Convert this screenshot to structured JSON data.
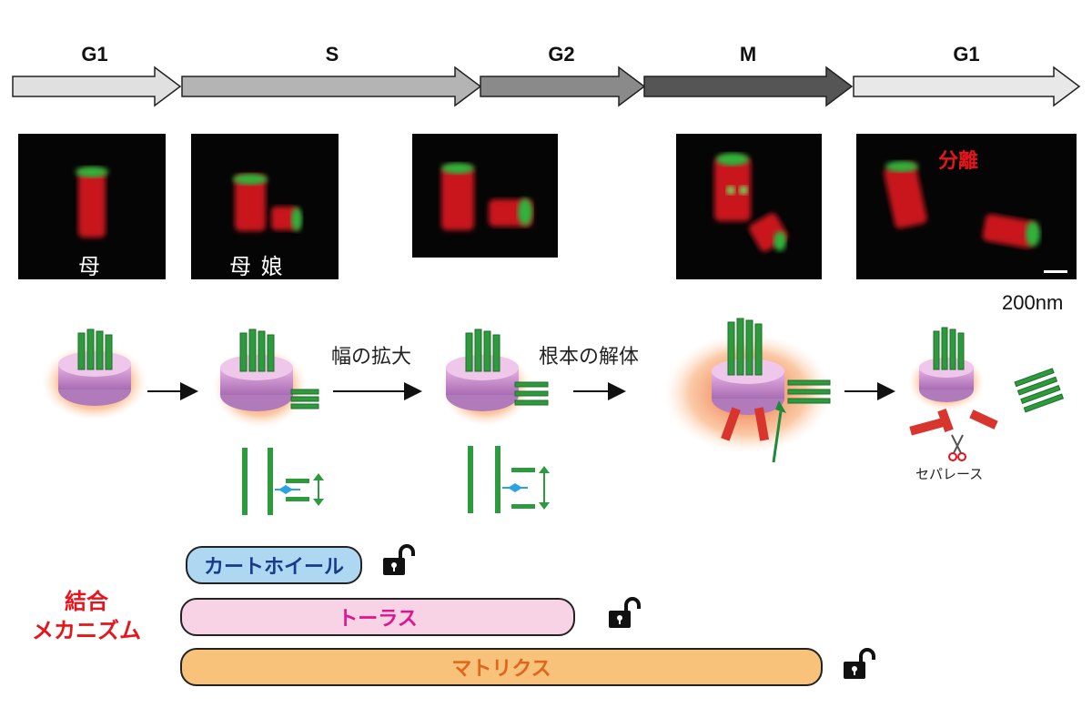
{
  "phases": [
    {
      "label": "G1",
      "color": "#e0e0e0"
    },
    {
      "label": "S",
      "color": "#b4b4b4"
    },
    {
      "label": "G2",
      "color": "#8a8a8a"
    },
    {
      "label": "M",
      "color": "#555555"
    },
    {
      "label": "G1",
      "color": "#e8e8e8"
    }
  ],
  "micrographs": [
    {
      "label": "母"
    },
    {
      "label": "母 娘"
    },
    {
      "label": ""
    },
    {
      "label": ""
    },
    {
      "label": "分離"
    }
  ],
  "scale_label": "200nm",
  "steps": {
    "widening": "幅の拡大",
    "base_disassembly": "根本の解体",
    "separase": "セパレース"
  },
  "mechanism": {
    "title_line1": "結合",
    "title_line2": "メカニズム",
    "bars": [
      {
        "label": "カートホイール",
        "fill": "#aed8f2",
        "text_color": "#1a3a8c"
      },
      {
        "label": "トーラス",
        "fill": "#f8d3e6",
        "text_color": "#e0148c"
      },
      {
        "label": "マトリクス",
        "fill": "#f8c27a",
        "text_color": "#e0661a"
      }
    ]
  },
  "colors": {
    "centriole_red": "#d8202a",
    "green": "#2aa34a",
    "label_red": "#e8141b"
  },
  "icons": [
    "unlocked-padlock-icon",
    "scissors-icon",
    "arrow-right-icon",
    "double-headed-arrow-icon"
  ]
}
